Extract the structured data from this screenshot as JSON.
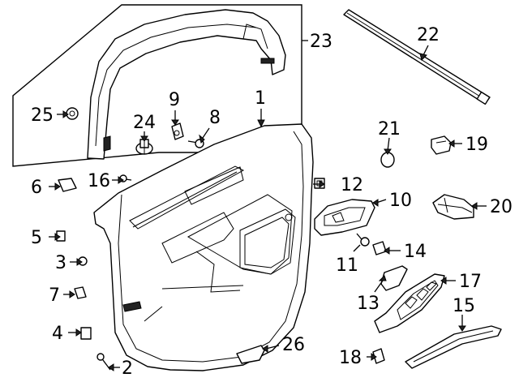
{
  "callouts": [
    {
      "id": "1",
      "label": "1"
    },
    {
      "id": "2",
      "label": "2"
    },
    {
      "id": "3",
      "label": "3"
    },
    {
      "id": "4",
      "label": "4"
    },
    {
      "id": "5",
      "label": "5"
    },
    {
      "id": "6",
      "label": "6"
    },
    {
      "id": "7",
      "label": "7"
    },
    {
      "id": "8",
      "label": "8"
    },
    {
      "id": "9",
      "label": "9"
    },
    {
      "id": "10",
      "label": "10"
    },
    {
      "id": "11",
      "label": "11"
    },
    {
      "id": "12",
      "label": "12"
    },
    {
      "id": "13",
      "label": "13"
    },
    {
      "id": "14",
      "label": "14"
    },
    {
      "id": "15",
      "label": "15"
    },
    {
      "id": "16",
      "label": "16"
    },
    {
      "id": "17",
      "label": "17"
    },
    {
      "id": "18",
      "label": "18"
    },
    {
      "id": "19",
      "label": "19"
    },
    {
      "id": "20",
      "label": "20"
    },
    {
      "id": "21",
      "label": "21"
    },
    {
      "id": "22",
      "label": "22"
    },
    {
      "id": "23",
      "label": "23"
    },
    {
      "id": "24",
      "label": "24"
    },
    {
      "id": "25",
      "label": "25"
    },
    {
      "id": "26",
      "label": "26"
    }
  ]
}
